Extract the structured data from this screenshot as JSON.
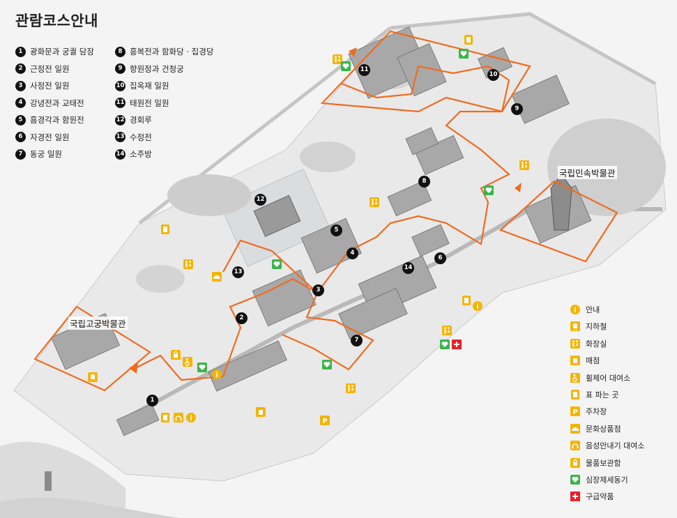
{
  "header": {
    "title": "관람코스안내"
  },
  "courses": [
    {
      "num": "1",
      "label": "광화문과 궁궐 담장"
    },
    {
      "num": "2",
      "label": "근정전 일원"
    },
    {
      "num": "3",
      "label": "사정전 일원"
    },
    {
      "num": "4",
      "label": "강녕전과 교태전"
    },
    {
      "num": "5",
      "label": "흠경각과 함원전"
    },
    {
      "num": "6",
      "label": "자경전 일원"
    },
    {
      "num": "7",
      "label": "동궁 일원"
    },
    {
      "num": "8",
      "label": "흥복전과 함화당 · 집경당"
    },
    {
      "num": "9",
      "label": "향원정과 건청궁"
    },
    {
      "num": "10",
      "label": "집옥재 일원"
    },
    {
      "num": "11",
      "label": "태원전 일원"
    },
    {
      "num": "12",
      "label": "경회루"
    },
    {
      "num": "13",
      "label": "수정전"
    },
    {
      "num": "14",
      "label": "소주방"
    }
  ],
  "legend": [
    {
      "icon": "info-icon",
      "label": "안내"
    },
    {
      "icon": "subway-icon",
      "label": "지하철"
    },
    {
      "icon": "restroom-icon",
      "label": "화장실"
    },
    {
      "icon": "store-icon",
      "label": "매점"
    },
    {
      "icon": "wheelchair-icon",
      "label": "휠체어 대여소"
    },
    {
      "icon": "ticket-icon",
      "label": "표 파는 곳"
    },
    {
      "icon": "parking-icon",
      "label": "주차장"
    },
    {
      "icon": "souvenir-shop-icon",
      "label": "문화상품점"
    },
    {
      "icon": "audio-guide-icon",
      "label": "음성안내기 대여소"
    },
    {
      "icon": "locker-icon",
      "label": "물품보관함"
    },
    {
      "icon": "aed-icon",
      "label": "심장제세동기"
    },
    {
      "icon": "first-aid-icon",
      "label": "구급약품"
    }
  ],
  "places": {
    "palace_museum": "국립고궁박물관",
    "folk_museum": "국립민속박물관"
  },
  "colors": {
    "route": "#ef6c1f",
    "marker": "#111111",
    "facility": "#f5b400",
    "aed": "#3ab54a",
    "first_aid": "#e8202a"
  },
  "icon_glyphs": {
    "info": "i",
    "parking": "P",
    "aed": "AED",
    "first_aid": "+"
  }
}
